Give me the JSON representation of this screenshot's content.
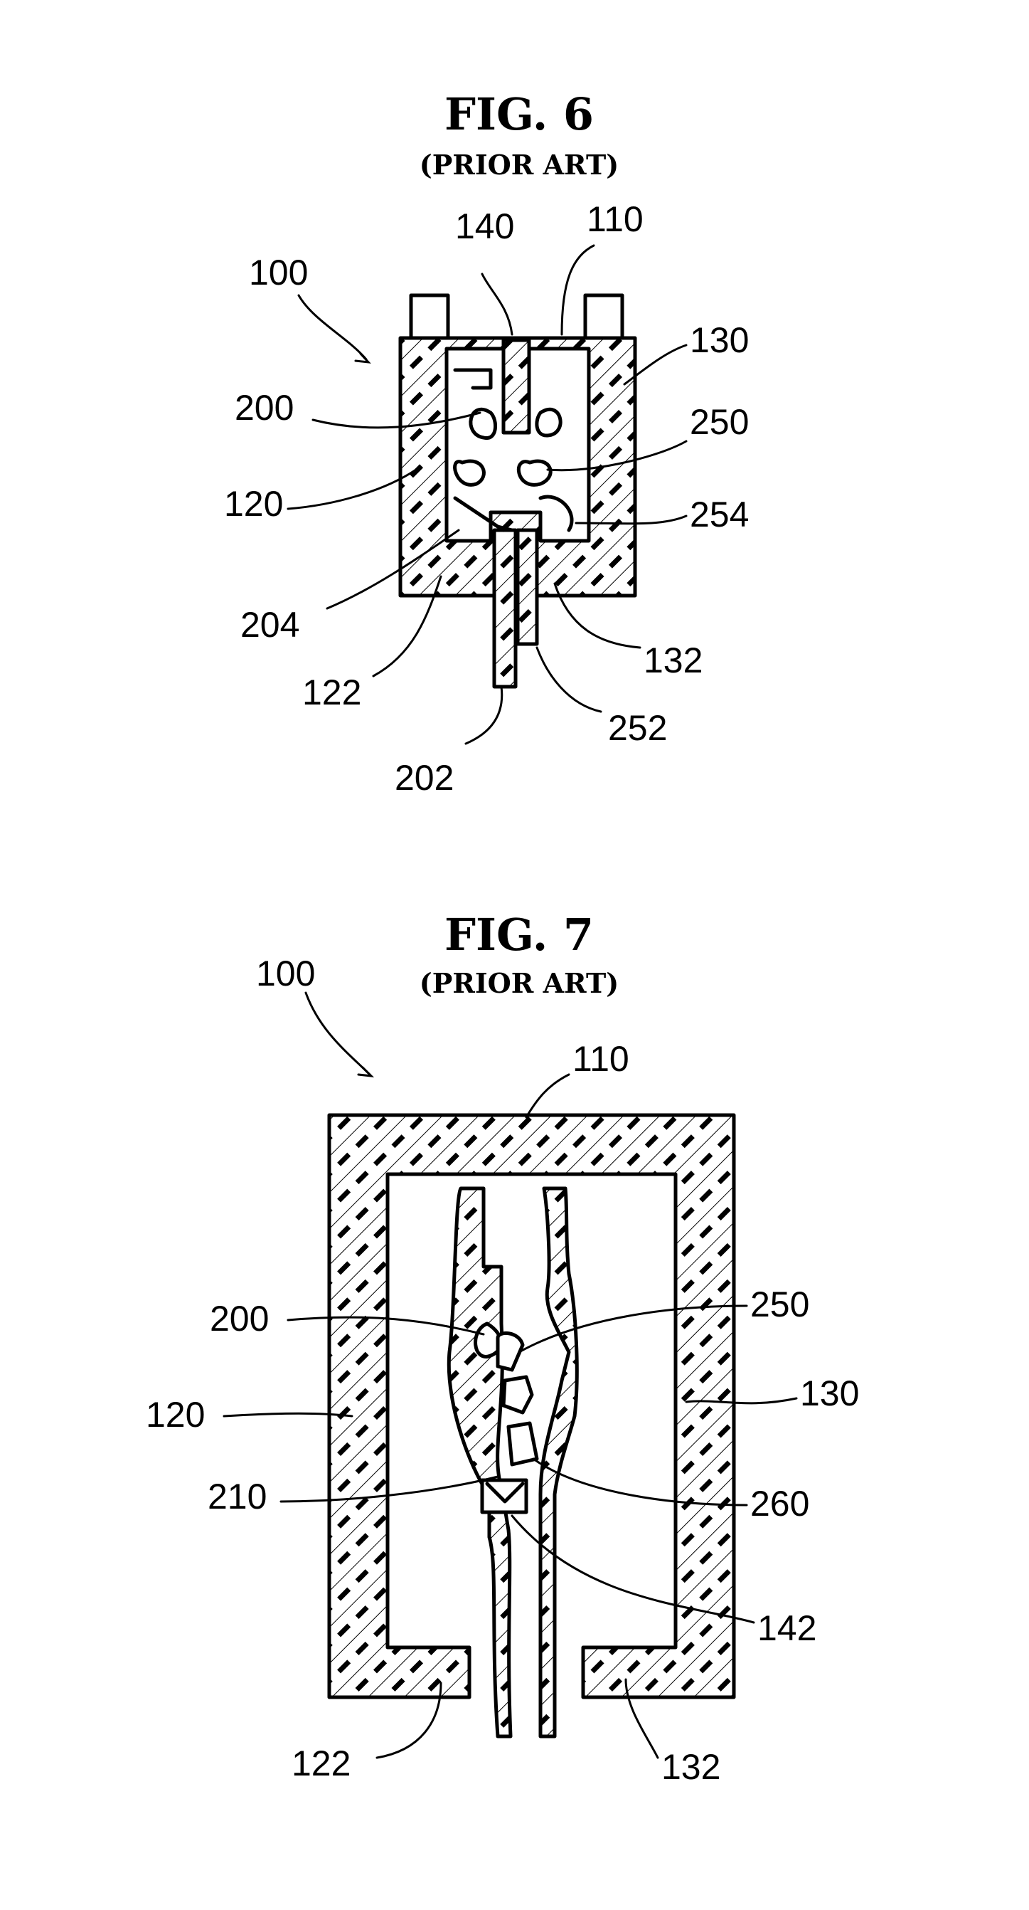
{
  "figures": [
    {
      "title": "FIG. 6",
      "subtitle": "(PRIOR ART)",
      "labels": {
        "l100": "100",
        "l140": "140",
        "l110": "110",
        "l130": "130",
        "l200": "200",
        "l250": "250",
        "l120": "120",
        "l254": "254",
        "l204": "204",
        "l132": "132",
        "l122": "122",
        "l252": "252",
        "l202": "202"
      }
    },
    {
      "title": "FIG. 7",
      "subtitle": "(PRIOR ART)",
      "labels": {
        "l100": "100",
        "l110": "110",
        "l200": "200",
        "l250": "250",
        "l120": "120",
        "l130": "130",
        "l210": "210",
        "l260": "260",
        "l142": "142",
        "l122": "122",
        "l132": "132"
      }
    }
  ]
}
